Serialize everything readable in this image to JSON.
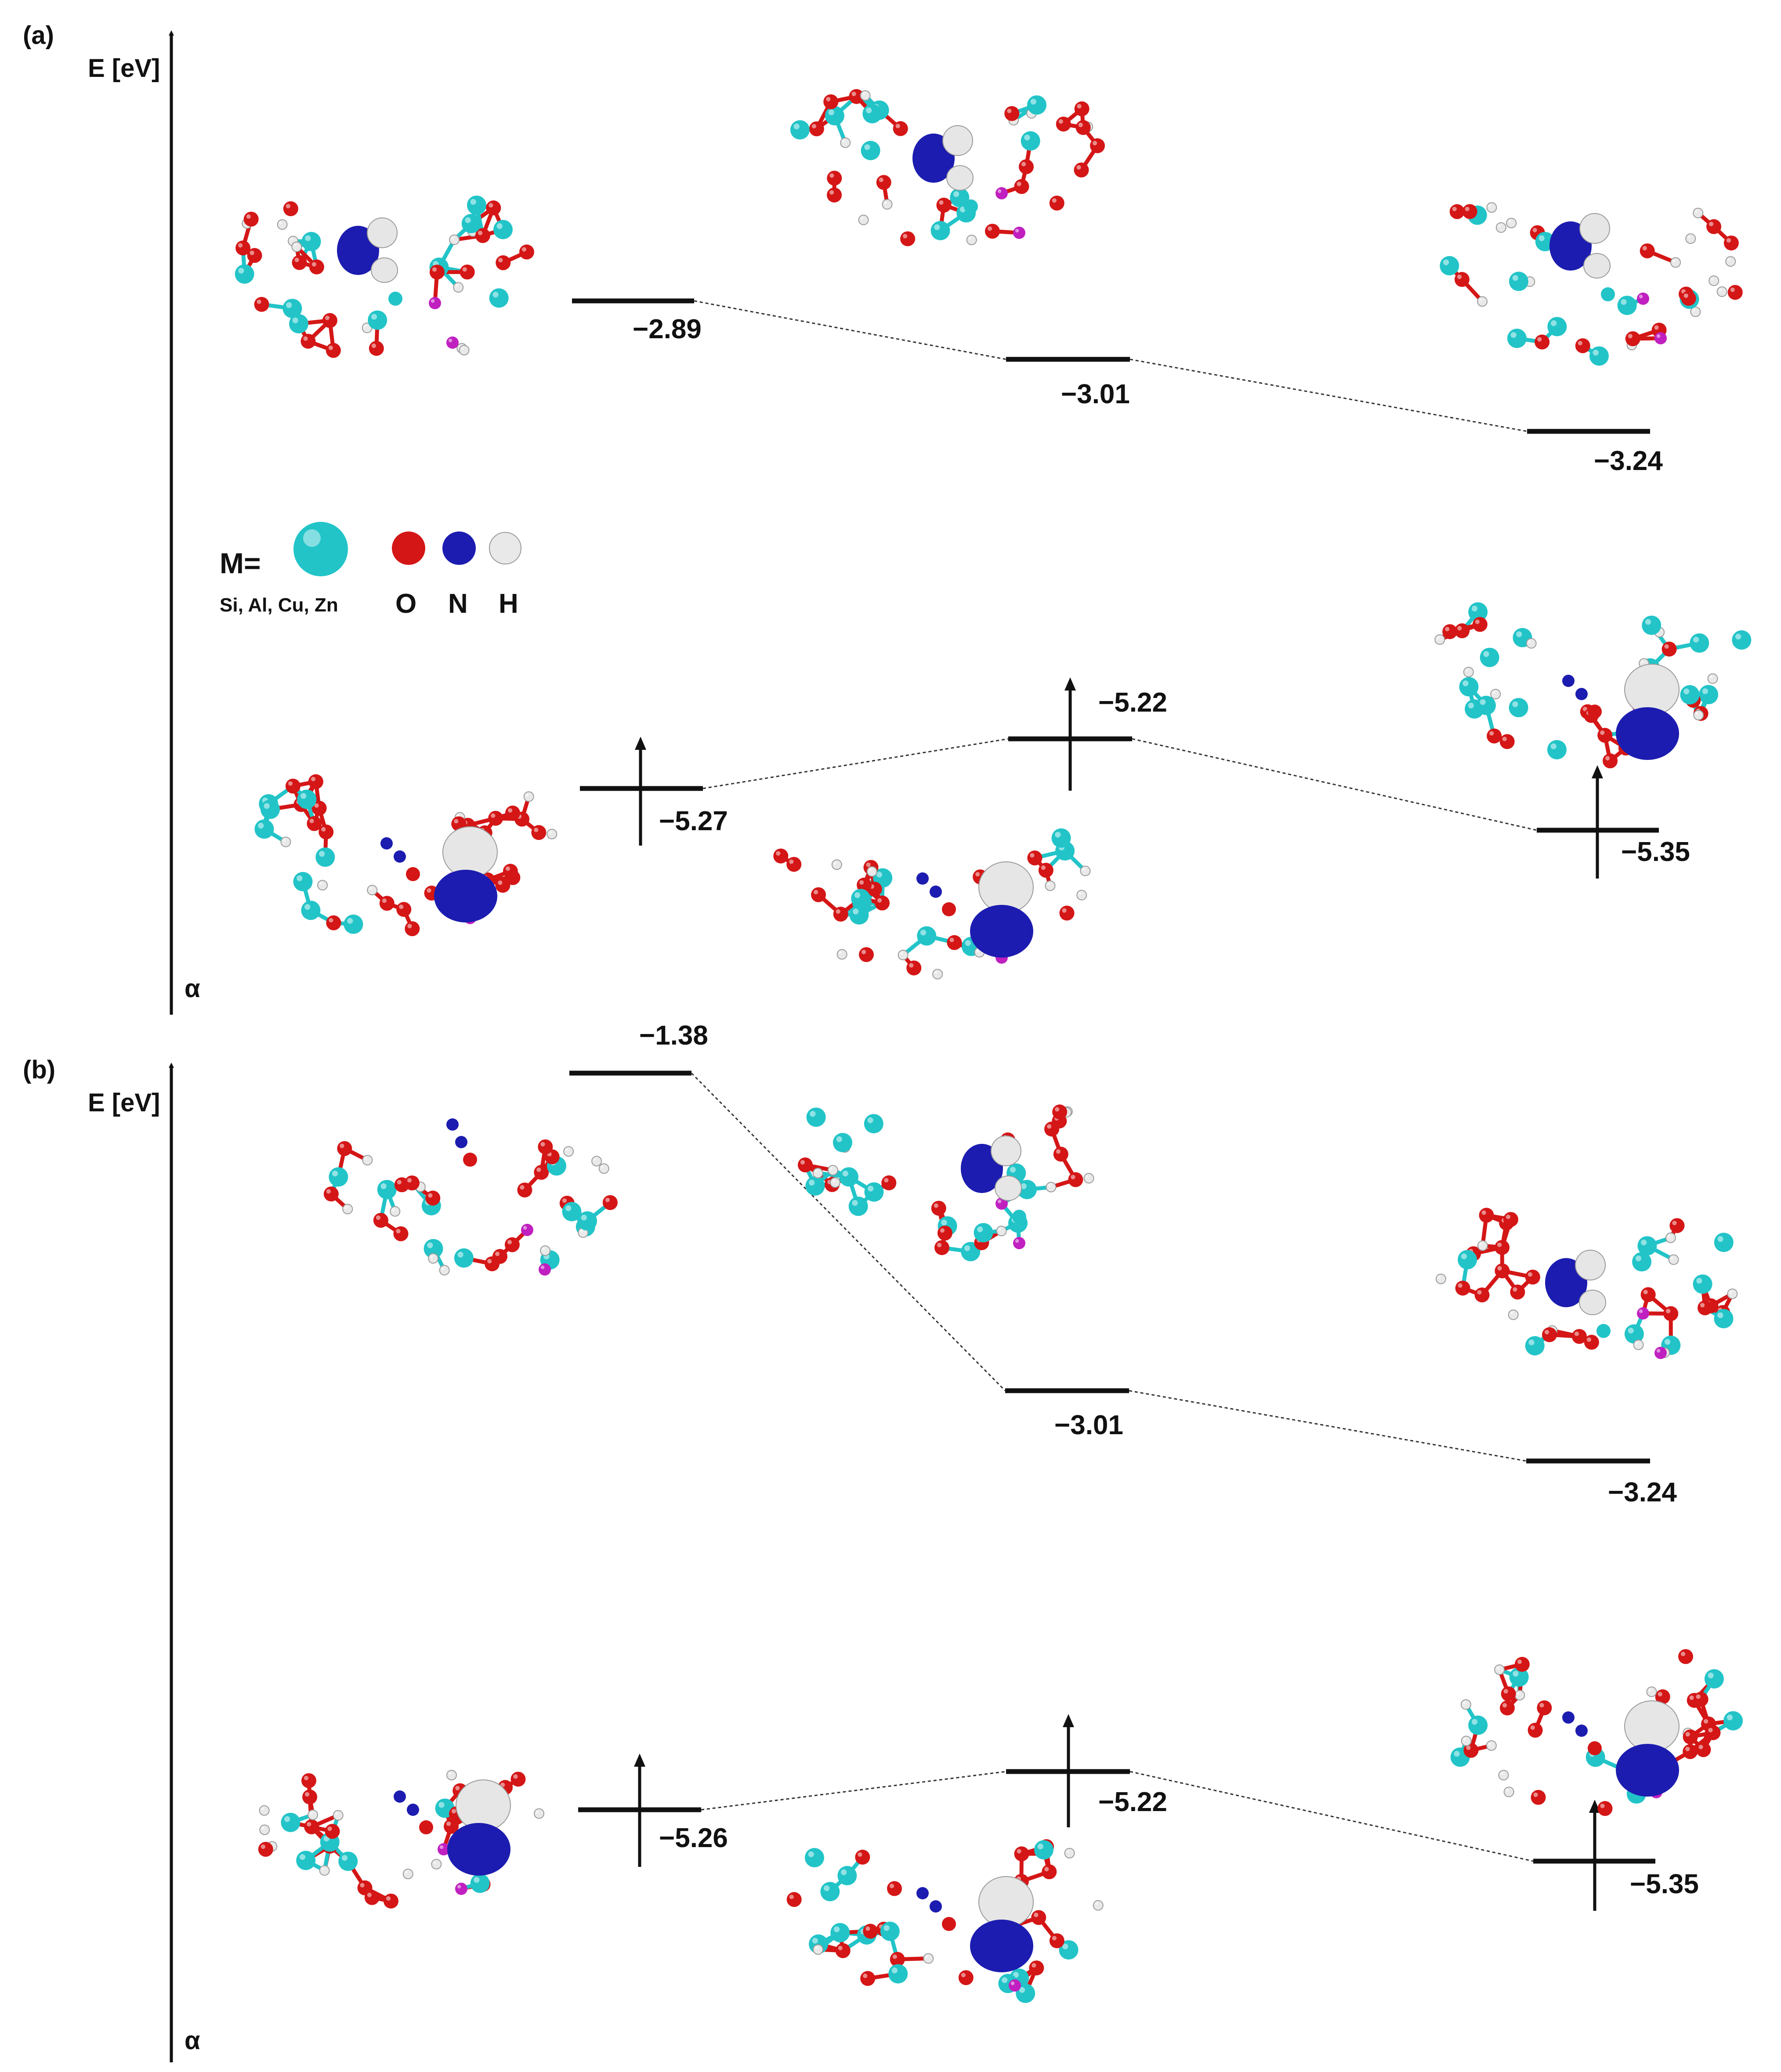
{
  "colors": {
    "metal": "#22c4c8",
    "oxygen": "#d41616",
    "nitrogen": "#1c1cb0",
    "hydrogen": "#e9e9e9",
    "aluminium": "#c020c0",
    "lines": "#111111"
  },
  "legend": {
    "prefix": "M=",
    "metal_label": "Si, Al, Cu, Zn",
    "o_label": "O",
    "n_label": "N",
    "h_label": "H"
  },
  "panels": [
    {
      "label": "(a)",
      "axis_label": "E [eV]",
      "spin_label": "α",
      "levels": [
        {
          "value": "−2.89",
          "column": 1,
          "occupied": false
        },
        {
          "value": "−3.01",
          "column": 2,
          "occupied": false
        },
        {
          "value": "−3.24",
          "column": 3,
          "occupied": false
        },
        {
          "value": "−5.27",
          "column": 1,
          "occupied": true
        },
        {
          "value": "−5.22",
          "column": 2,
          "occupied": true
        },
        {
          "value": "−5.35",
          "column": 3,
          "occupied": true
        }
      ],
      "orbital_images": [
        "model-top-left",
        "model-top-center",
        "model-top-right",
        "model-bottom-left",
        "model-bottom-center",
        "model-bottom-right"
      ]
    },
    {
      "label": "(b)",
      "axis_label": "E [eV]",
      "spin_label": "α",
      "levels": [
        {
          "value": "−1.38",
          "column": 1,
          "occupied": false
        },
        {
          "value": "−3.01",
          "column": 2,
          "occupied": false
        },
        {
          "value": "−3.24",
          "column": 3,
          "occupied": false
        },
        {
          "value": "−5.26",
          "column": 1,
          "occupied": true
        },
        {
          "value": "−5.22",
          "column": 2,
          "occupied": true
        },
        {
          "value": "−5.35",
          "column": 3,
          "occupied": true
        }
      ],
      "orbital_images": [
        "model-top-left",
        "model-top-center",
        "model-top-right",
        "model-bottom-left",
        "model-bottom-center",
        "model-bottom-right"
      ]
    }
  ]
}
